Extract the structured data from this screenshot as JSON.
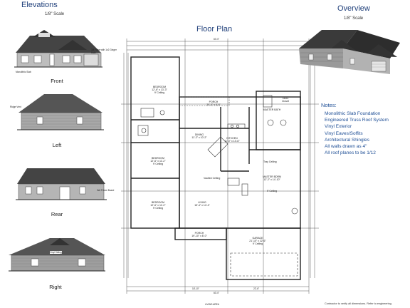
{
  "elevations": {
    "title": "Elevations",
    "scale": "1/8\" Scale",
    "front": {
      "label": "Front",
      "note_right": "3/4 Pane with 1x2 Ginger Hole",
      "note_bottom": "Monolithic Slab"
    },
    "left": {
      "label": "Left",
      "note": "Ridge Vent"
    },
    "rear": {
      "label": "Rear",
      "note": "3x6 Frieze Board"
    },
    "right": {
      "label": "Right",
      "note": "Vinyl Siding"
    }
  },
  "floor_plan": {
    "title": "Floor Plan",
    "rooms": [
      {
        "name": "BEDROOM",
        "dims": "12'-6\" x 13'-3\"",
        "ceiling": "9' Ceiling"
      },
      {
        "name": "PORCH",
        "dims": "20'-0\" x 5'-6\"",
        "ceiling": ""
      },
      {
        "name": "MASTER BATH",
        "dims": "",
        "ceiling": ""
      },
      {
        "name": "DINING",
        "dims": "11'-2\" x 10'-2\"",
        "ceiling": ""
      },
      {
        "name": "KITCHEN",
        "dims": "11'-0\" x 13'-6\"",
        "ceiling": ""
      },
      {
        "name": "BEDROOM",
        "dims": "12'-6\" x 11'-2\"",
        "ceiling": "9' Ceiling"
      },
      {
        "name": "MASTER BDRM",
        "dims": "12'-2\" x 14'-10\"",
        "ceiling": "9' Ceiling"
      },
      {
        "name": "BEDROOM",
        "dims": "12'-6\" x 11'-2\"",
        "ceiling": "9' Ceiling"
      },
      {
        "name": "LIVING",
        "dims": "15'-4\" x 14'-4\"",
        "ceiling": ""
      },
      {
        "name": "PORCH",
        "dims": "19'-10\" x 8'-0\"",
        "ceiling": ""
      },
      {
        "name": "GARAGE",
        "dims": "21'-10\" x 22'-6\"",
        "ceiling": "9' Ceiling"
      }
    ],
    "misc": {
      "tray_ceiling": "Tray Ceiling",
      "vaulted_ceiling": "Vaulted Ceiling",
      "closet": "Linen Closet"
    },
    "dims": {
      "top": "60'-0\"",
      "bottom": "60'-0\"",
      "bottom_left": "18'-10\"",
      "bottom_right": "22'-6\""
    },
    "bottom_label": "LIVING AREA"
  },
  "overview": {
    "title": "Overview",
    "scale": "1/8\" Scale"
  },
  "notes": {
    "title": "Notes:",
    "items": [
      "Monolithic Slab Foundation",
      "Engineered Truss Roof System",
      "Vinyl Exterior",
      "Vinyl Eaves/Soffits",
      "Architectural Shingles",
      "All walls drawn as 4\"",
      "All roof planes to be 1/12"
    ]
  },
  "footer": "Contractor to verify all dimensions.  Refer to engineering."
}
